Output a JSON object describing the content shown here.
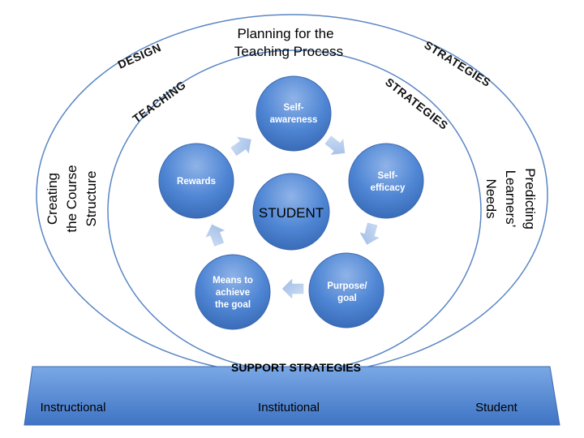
{
  "top_title": [
    "Planning for the",
    "Teaching Process"
  ],
  "outer_labels": {
    "left": "DESIGN",
    "right": "STRATEGIES"
  },
  "inner_labels": {
    "left": "TEACHING",
    "right": "STRATEGIES"
  },
  "left_side": [
    "Creating",
    "the Course",
    "Structure"
  ],
  "right_side": [
    "Predicting",
    "Learners’",
    "Needs"
  ],
  "center": "STUDENT",
  "cycle": [
    {
      "id": "self-awareness",
      "lines": [
        "Self-",
        "awareness"
      ]
    },
    {
      "id": "self-efficacy",
      "lines": [
        "Self-",
        "efficacy"
      ]
    },
    {
      "id": "purpose-goal",
      "lines": [
        "Purpose/",
        "goal"
      ]
    },
    {
      "id": "means",
      "lines": [
        "Means to",
        "achieve",
        "the goal"
      ]
    },
    {
      "id": "rewards",
      "lines": [
        "Rewards"
      ]
    }
  ],
  "support": {
    "title": "SUPPORT STRATEGIES",
    "items": [
      "Instructional",
      "Institutional",
      "Student"
    ]
  },
  "colors": {
    "circle_fill": "#4a7fcf",
    "circle_light": "#8fb3e8",
    "ellipse_stroke": "#4f7ec0",
    "arrow": "#a9c4ea",
    "base": "#5a8fd8"
  }
}
